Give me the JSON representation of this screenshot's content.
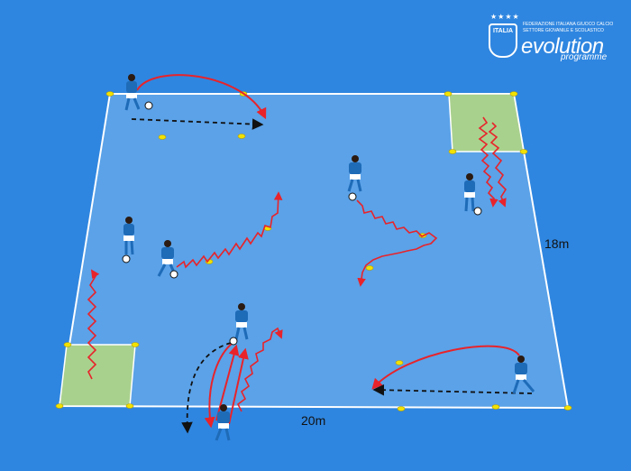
{
  "diagram": {
    "width_label": "20m",
    "height_label": "18m"
  },
  "brand": {
    "stars": "★★★★",
    "shield_text": "ITALIA",
    "org_line1": "FEDERAZIONE ITALIANA GIUOCO CALCIO",
    "org_line2": "SETTORE GIOVANILE E SCOLASTICO",
    "wordmark": "evolution",
    "tagline": "programme"
  },
  "colors": {
    "background": "#2f86e0",
    "pitch": "#5ba2e8",
    "goal_zone": "#a9d18e",
    "cone": "#f2e200",
    "run_arrow": "#e8232a",
    "pass_arrow": "#111111",
    "kit_shirt": "#1e6bb8",
    "kit_shorts": "#ffffff"
  }
}
